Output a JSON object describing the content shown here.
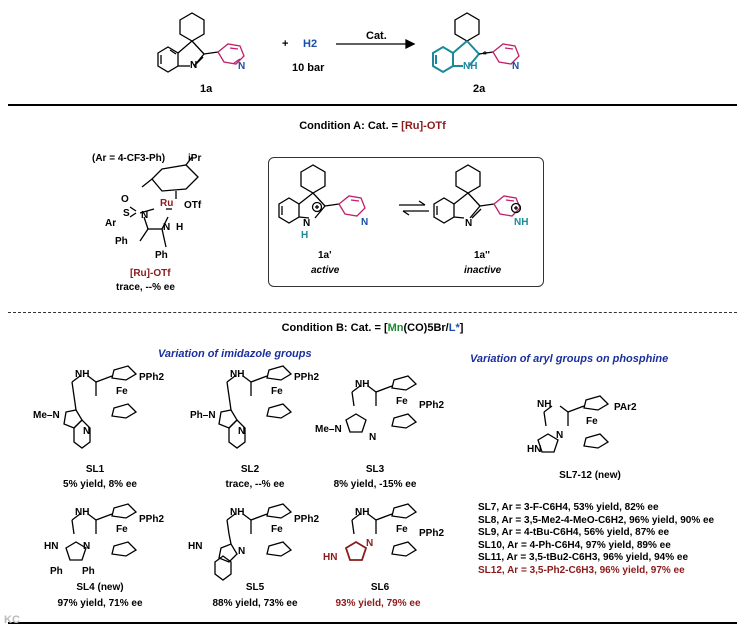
{
  "scheme": {
    "reactant_label": "1a",
    "plus": "+",
    "h2": "H2",
    "pressure": "10 bar",
    "arrow_label": "Cat.",
    "product_label": "2a",
    "product_stereo": "*"
  },
  "condition_a": {
    "title_prefix": "Condition A: Cat. = ",
    "title_cat": "[Ru]-OTf",
    "ar_def": "(Ar = 4-CF3-Ph)",
    "ipr": "iPr",
    "catalyst_label": "[Ru]-OTf",
    "catalyst_result": "trace, --% ee",
    "active_label": "1a'",
    "active_text": "active",
    "inactive_label": "1a''",
    "inactive_text": "inactive"
  },
  "condition_b": {
    "title_prefix": "Condition B: Cat. = [",
    "title_mn": "Mn",
    "title_mid": "(CO)5Br/",
    "title_l": "L*",
    "title_suffix": "]",
    "imidazole_heading": "Variation of imidazole groups",
    "aryl_heading": "Variation of aryl groups on phosphine",
    "ligands": [
      {
        "label": "SL1",
        "result": "5% yield, 8% ee"
      },
      {
        "label": "SL2",
        "result": "trace, --% ee"
      },
      {
        "label": "SL3",
        "result": "8% yield, -15% ee"
      },
      {
        "label": "SL4  (new)",
        "result": "97% yield, 71% ee"
      },
      {
        "label": "SL5",
        "result": "88% yield, 73% ee"
      },
      {
        "label": "SL6",
        "result": "93% yield, 79% ee"
      }
    ],
    "general_label": "SL7-12 (new)",
    "aryl_results": [
      "SL7, Ar = 3-F-C6H4, 53% yield, 82% ee",
      "SL8, Ar = 3,5-Me2-4-MeO-C6H2, 96% yield, 90% ee",
      "SL9, Ar = 4-tBu-C6H4, 56% yield, 87% ee",
      "SL10, Ar = 4-Ph-C6H4, 97% yield, 89% ee",
      "SL11, Ar = 3,5-tBu2-C6H3, 96% yield, 94% ee",
      "SL12, Ar = 3,5-Ph2-C6H3, 96% yield, 97% ee"
    ]
  },
  "atoms": {
    "N": "N",
    "H": "H",
    "NH": "NH",
    "HN": "HN",
    "Fe": "Fe",
    "PPh2": "PPh2",
    "PAr2": "PAr2",
    "Me_N": "Me–N",
    "Ph_N": "Ph–N",
    "Me": "Me",
    "Ph": "Ph",
    "Ru": "Ru",
    "OTf": "OTf",
    "Ar": "Ar",
    "S": "S",
    "O": "O"
  },
  "watermark": "KC"
}
